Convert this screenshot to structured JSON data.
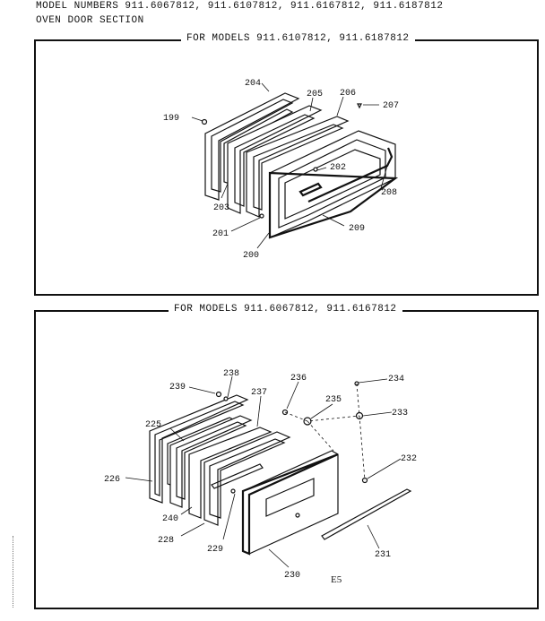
{
  "header": {
    "model_numbers": "MODEL NUMBERS 911.6067812, 911.6107812, 911.6167812, 911.6187812",
    "section": "OVEN DOOR SECTION"
  },
  "panel_top": {
    "title": "FOR MODELS 911.6107812, 911.6187812",
    "labels": {
      "p199": "199",
      "p200": "200",
      "p201": "201",
      "p202": "202",
      "p203": "203",
      "p204": "204",
      "p205": "205",
      "p206": "206",
      "p207": "207",
      "p208": "208",
      "p209": "209"
    }
  },
  "panel_bottom": {
    "title": "FOR MODELS 911.6067812, 911.6167812",
    "labels": {
      "p225": "225",
      "p226": "226",
      "p228": "228",
      "p229": "229",
      "p230": "230",
      "p231": "231",
      "p232": "232",
      "p233": "233",
      "p234": "234",
      "p235": "235",
      "p236": "236",
      "p237": "237",
      "p238": "238",
      "p239": "239",
      "p240": "240"
    }
  },
  "figure_code": "E5"
}
